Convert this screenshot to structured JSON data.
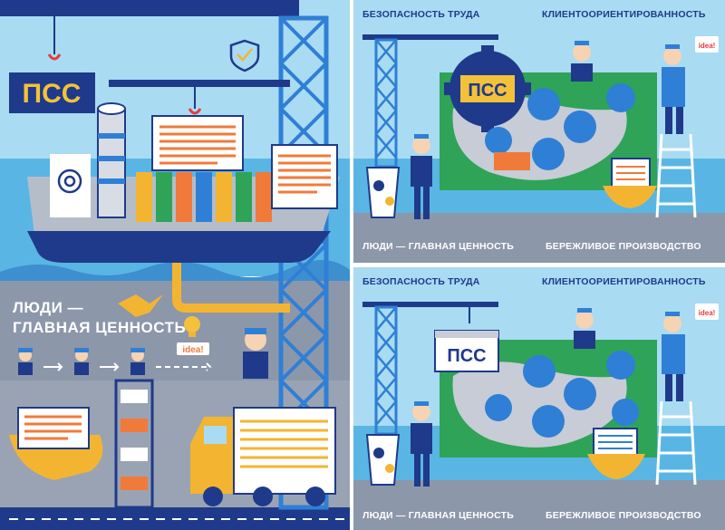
{
  "left_panel": {
    "logo": "ПСС",
    "title_line1": "ЛЮДИ —",
    "title_line2": "ГЛАВНАЯ ЦЕННОСТЬ",
    "idea_label": "idea!"
  },
  "right_top": {
    "cap_top_left": "БЕЗОПАСНОСТЬ ТРУДА",
    "cap_top_right": "КЛИЕНТООРИЕНТИРОВАННОСТЬ",
    "cap_bottom_left": "ЛЮДИ — ГЛАВНАЯ ЦЕННОСТЬ",
    "cap_bottom_right": "БЕРЕЖЛИВОЕ ПРОИЗВОДСТВО",
    "logo": "ПСС",
    "idea_label": "idea!"
  },
  "right_bottom": {
    "cap_top_left": "БЕЗОПАСНОСТЬ ТРУДА",
    "cap_top_right": "КЛИЕНТООРИЕНТИРОВАННОСТЬ",
    "cap_bottom_left": "ЛЮДИ — ГЛАВНАЯ ЦЕННОСТЬ",
    "cap_bottom_right": "БЕРЕЖЛИВОЕ ПРОИЗВОДСТВО",
    "logo": "ПСС",
    "idea_label": "idea!"
  },
  "colors": {
    "sky": "#9fd6f2",
    "sea": "#5ab8e6",
    "navy": "#1f3a8a",
    "crane_blue": "#2f7fd6",
    "gray": "#8c95a8",
    "yellow": "#f3b531",
    "green": "#2fa358",
    "orange": "#f07a3a"
  }
}
